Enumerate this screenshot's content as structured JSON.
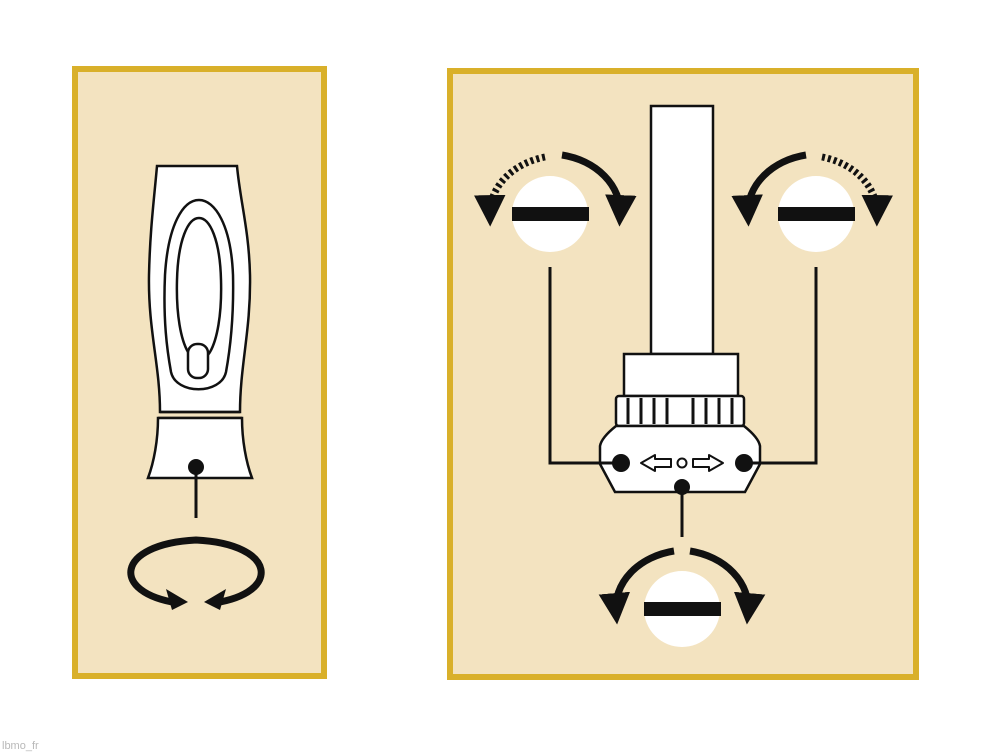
{
  "watermark": "lbmo_fr",
  "colors": {
    "background": "#ffffff",
    "panel_fill": "#f3e3c0",
    "panel_border": "#d9b02a",
    "stroke": "#111111",
    "part_fill": "#ffffff"
  },
  "panels": [
    {
      "id": "left",
      "depicts": [
        "screwdriver-handle-icon",
        "rotate-both-directions-icon"
      ]
    },
    {
      "id": "right",
      "depicts": [
        "ratchet-shaft-icon",
        "direction-selector-icon",
        "rotate-left-icon",
        "rotate-right-icon",
        "locked-position-icon"
      ]
    }
  ]
}
